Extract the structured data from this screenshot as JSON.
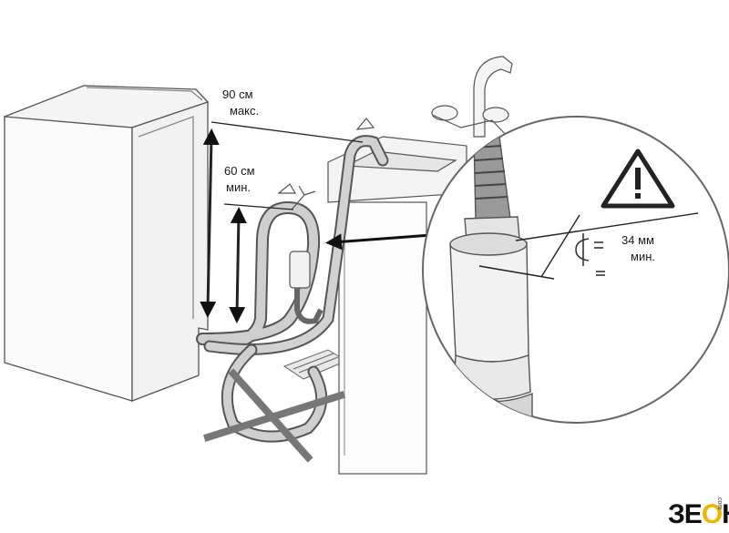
{
  "labels": {
    "max_value": "90 см",
    "max_word": "макс.",
    "min_value": "60 см",
    "min_word": "мин.",
    "diameter_value": "34 мм",
    "diameter_word": "мин."
  },
  "logo": {
    "brand_left": "ЗЕ",
    "brand_mid": "О",
    "brand_right": "Н",
    "domain": ".com"
  },
  "colors": {
    "line": "#2a2a2a",
    "accent": "#f0b400"
  },
  "icons": [
    "warning-triangle-icon",
    "centerline-icon",
    "cross-out-icon"
  ]
}
